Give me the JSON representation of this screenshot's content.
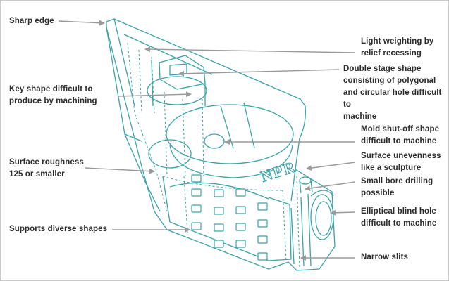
{
  "diagram": {
    "part_engraving": "NPR",
    "colors": {
      "outline": "#3aa3a8",
      "hidden_line": "#3aa3a8",
      "leader": "#9a9a9a",
      "text": "#2b2b2b",
      "frame": "#c8c8c8"
    },
    "labels": {
      "sharp_edge": "Sharp edge",
      "key_shape": "Key shape difficult to\nproduce by machining",
      "surface_roughness": "Surface roughness\n125 or smaller",
      "diverse_shapes": "Supports diverse shapes",
      "light_weighting": "Light weighting by\nrelief recessing",
      "double_stage": "Double stage shape\nconsisting of polygonal\nand circular hole difficult to\nmachine",
      "mold_shutoff": "Mold shut-off shape\ndifficult to machine",
      "surface_unevenness": "Surface unevenness\nlike a sculpture",
      "small_bore": "Small bore drilling\npossible",
      "elliptical_hole": "Elliptical blind hole\ndifficult to machine",
      "narrow_slits": "Narrow slits"
    }
  }
}
